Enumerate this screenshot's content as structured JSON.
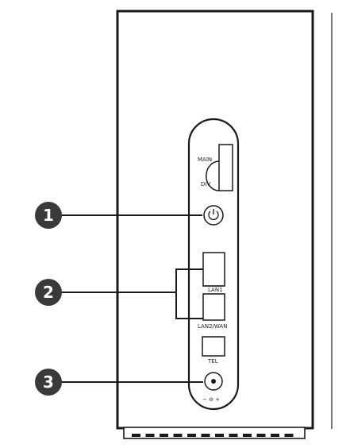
{
  "labels": {
    "main": "MAIN",
    "div": "DIV",
    "lan1": "LAN1",
    "lan2_wan": "LAN2/WAN",
    "tel": "TEL",
    "dc_polarity": "− ⊖ +"
  },
  "callouts": [
    "1",
    "2",
    "3"
  ],
  "icons": {
    "power": "power-icon",
    "dc_jack": "dc-jack-icon"
  },
  "colors": {
    "device_body": "#ffffff",
    "outline": "#1a1a1a",
    "callout_fill": "#3a3a3a",
    "callout_text": "#ffffff"
  }
}
